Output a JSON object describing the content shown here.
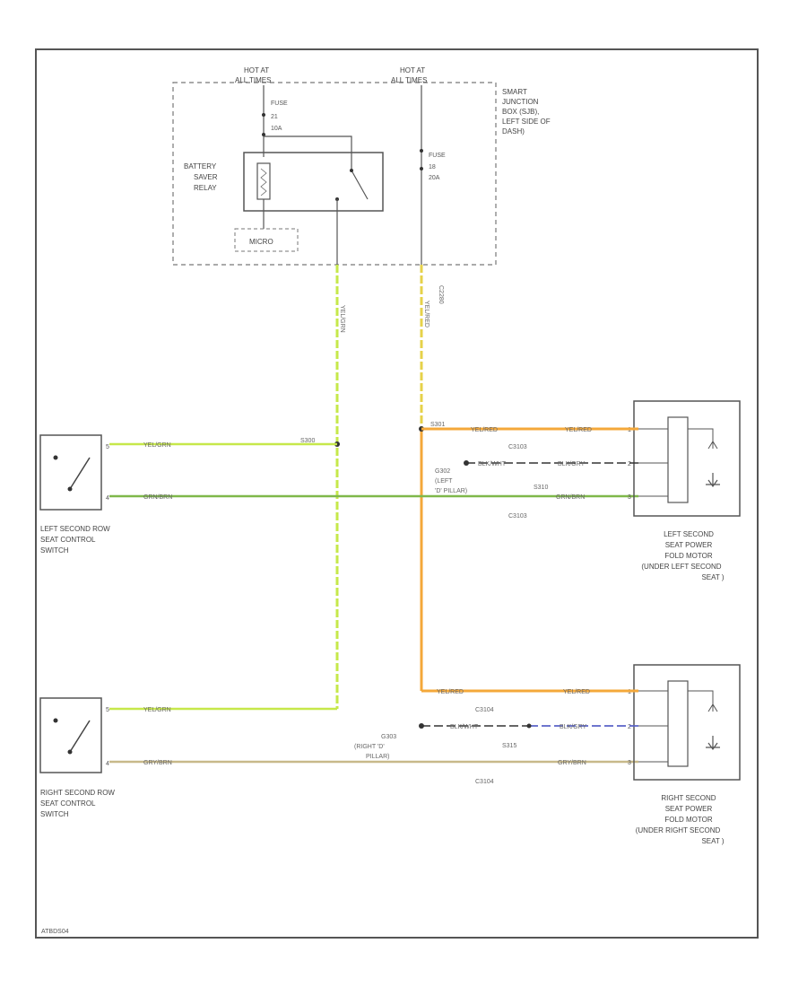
{
  "power": {
    "hot_left_1": "HOT AT",
    "hot_left_2": "ALL TIMES",
    "hot_right_1": "HOT AT",
    "hot_right_2": "ALL TIMES"
  },
  "sjb": {
    "line1": "SMART",
    "line2": "JUNCTION",
    "line3": "BOX (SJB),",
    "line4": "LEFT SIDE OF",
    "line5": "DASH)"
  },
  "fuse1": {
    "name": "FUSE",
    "number": "21",
    "rating": "10A"
  },
  "fuse2": {
    "name": "FUSE",
    "number": "18",
    "rating": "20A"
  },
  "relay": {
    "line1": "BATTERY",
    "line2": "SAVER",
    "line3": "RELAY",
    "module": "MICRO"
  },
  "wires": {
    "vert_left": "YEL/GRN",
    "vert_right": "YEL/RED",
    "connector_right": "C2280",
    "yellow_top": "YEL/GRN",
    "yellow_bottom": "YEL/GRN",
    "green_top": "GRN/BRN",
    "gray_bottom": "GRY/BRN",
    "orange_top_1": "YEL/RED",
    "orange_top_2": "YEL/RED",
    "orange_bottom_1": "YEL/RED",
    "orange_bottom_2": "YEL/RED",
    "black_top_1": "BLK/WHT",
    "black_top_2": "BLK/GRY",
    "black_bottom_1": "BLK/WHT",
    "black_bottom_2": "BLK/GRY"
  },
  "splices": {
    "s300": "S300",
    "s301": "S301",
    "s310": "S310",
    "s315": "S315"
  },
  "connectors": {
    "c3103_top": "C3103",
    "c3103_bottom": "C3103",
    "c3104_top": "C3104",
    "c3104_bottom": "C3104"
  },
  "grounds": {
    "g302_1": "G302",
    "g302_2": "(LEFT",
    "g302_3": "'D' PILLAR)",
    "g303_1": "G303",
    "g303_2": "(RIGHT 'D'",
    "g303_3": "PILLAR)"
  },
  "components": {
    "left_switch": [
      "LEFT SECOND ROW",
      "SEAT CONTROL",
      "SWITCH"
    ],
    "right_switch": [
      "RIGHT SECOND ROW",
      "SEAT CONTROL",
      "SWITCH"
    ],
    "left_motor": [
      "LEFT SECOND",
      "SEAT POWER",
      "FOLD MOTOR",
      "(UNDER LEFT SECOND",
      "SEAT )"
    ],
    "right_motor": [
      "RIGHT SECOND",
      "SEAT POWER",
      "FOLD MOTOR",
      "(UNDER RIGHT SECOND",
      "SEAT )"
    ]
  },
  "pins": {
    "lsw_top": "5",
    "lsw_bot": "4",
    "rsw_top": "5",
    "rsw_bot": "4",
    "lm_1": "1",
    "lm_2": "2",
    "lm_3": "3",
    "rm_1": "1",
    "rm_2": "2",
    "rm_3": "3"
  },
  "footer": {
    "code": "ATBDS04"
  },
  "colors": {
    "yellow_green": "#c6e84a",
    "green": "#7fb84a",
    "orange": "#f4a83a",
    "blue": "#5a63c8",
    "gray_brown": "#c8b98a",
    "black": "#333333"
  }
}
